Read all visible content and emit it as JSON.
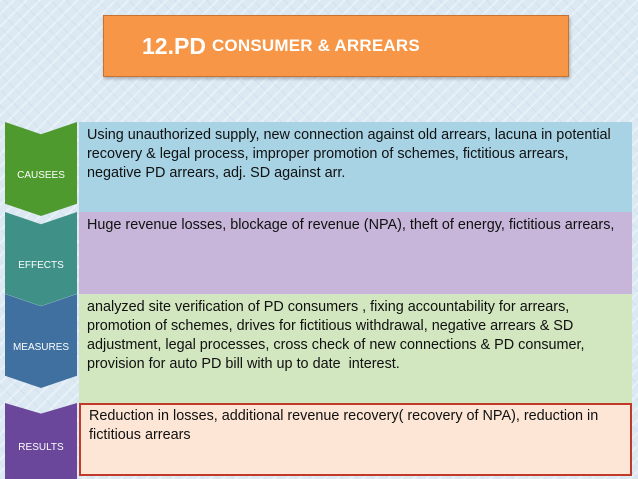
{
  "slide": {
    "title_number": "12.PD",
    "title_text": "CONSUMER & ARREARS",
    "rows": [
      {
        "label": "CAUSEES",
        "text": "Using unauthorized supply, new connection against old arrears, lacuna in potential recovery & legal process, improper promotion of schemes, fictitious arrears, negative PD arrears, adj. SD against arr."
      },
      {
        "label": "EFFECTS",
        "text": "Huge revenue losses, blockage of revenue (NPA), theft of energy, fictitious arrears,"
      },
      {
        "label": "MEASURES",
        "text": "analyzed site verification of PD consumers , fixing accountability for arrears, promotion of schemes, drives for fictitious withdrawal, negative arrears & SD adjustment, legal processes, cross check of new connections & PD consumer, provision for auto PD bill with up to date  interest."
      },
      {
        "label": "RESULTS",
        "text": "Reduction in losses, additional revenue recovery( recovery of NPA), reduction in fictitious arrears"
      }
    ]
  },
  "colors": {
    "title_bg": "#f79646",
    "causes_chevron": "#4f9a2f",
    "causes_panel": "#a7d3e5",
    "effects_chevron": "#3f9086",
    "effects_panel": "#c7b6da",
    "measures_chevron": "#3f70a0",
    "measures_panel": "#d2e6bf",
    "results_chevron": "#6a479b",
    "results_panel": "#fde6d5",
    "results_border": "#c0392b"
  }
}
